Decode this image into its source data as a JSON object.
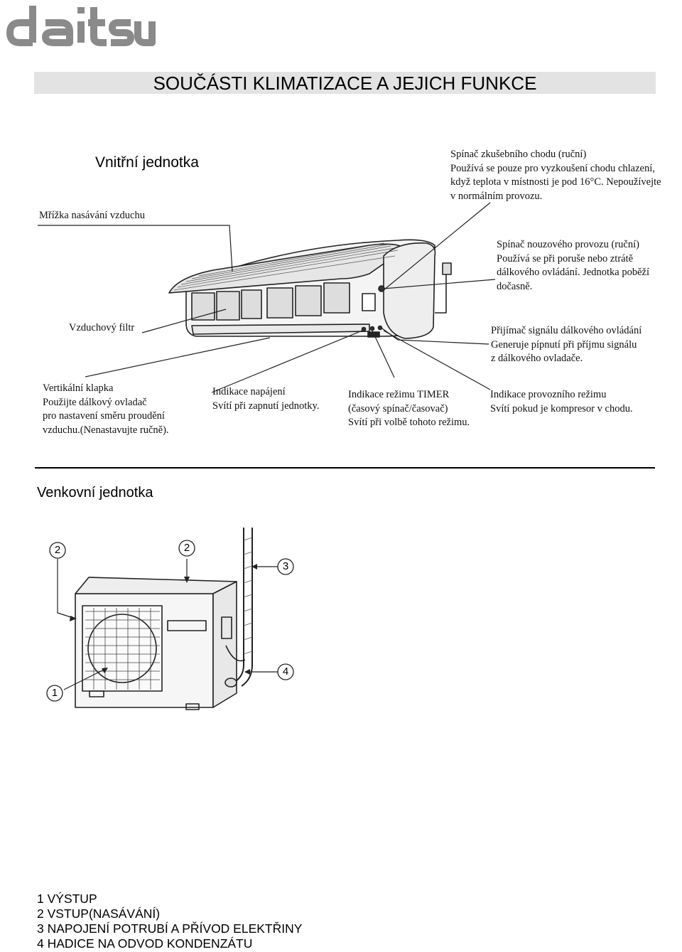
{
  "brand": {
    "logo_text": "daitsu"
  },
  "title": "SOUČÁSTI KLIMATIZACE A JEJICH FUNKCE",
  "indoor": {
    "heading": "Vnitřní jednotka",
    "labels": {
      "test_switch": [
        "Spínač zkušebního chodu (ruční)",
        "Používá se pouze pro vyzkoušení chodu chlazení,",
        "když teplota v místnosti je pod 16°C. Nepoužívejte",
        "v normálním provozu."
      ],
      "air_intake_grille": [
        "Mřížka nasávání vzduchu"
      ],
      "emergency_switch": [
        "Spínač nouzového provozu (ruční)",
        "Používá se při poruše nebo ztrátě",
        "dálkového ovládání. Jednotka poběží",
        "dočasně."
      ],
      "air_filter": [
        "Vzduchový filtr"
      ],
      "remote_receiver": [
        "Přijímač signálu dálkového ovládání",
        "Generuje pípnutí při příjmu signálu",
        "z dálkového ovladače."
      ],
      "vertical_flap": [
        "Vertikální klapka",
        "Použijte dálkový ovladač",
        "pro nastavení směru proudění",
        "vzduchu.(Nenastavujte ručně)."
      ],
      "power_indicator": [
        "Indikace napájení",
        "Svítí při zapnutí jednotky."
      ],
      "timer_indicator": [
        "Indikace režimu TIMER",
        "(časový spínač/časovač)",
        "Svítí při volbě tohoto režimu."
      ],
      "operation_indicator": [
        "Indikace provozního režimu",
        "Svítí pokud je kompresor v chodu."
      ]
    }
  },
  "outdoor": {
    "heading": "Venkovní jednotka",
    "callouts": [
      "2",
      "2",
      "3",
      "4",
      "1"
    ],
    "legend": [
      "1 VÝSTUP",
      "2 VSTUP(NASÁVÁNÍ)",
      "3 NAPOJENÍ POTRUBÍ A PŘÍVOD ELEKTŘINY",
      "4 HADICE NA ODVOD KONDENZÁTU"
    ]
  },
  "colors": {
    "title_bar": "#e3e3e3",
    "logo": "#8a8a8a"
  }
}
